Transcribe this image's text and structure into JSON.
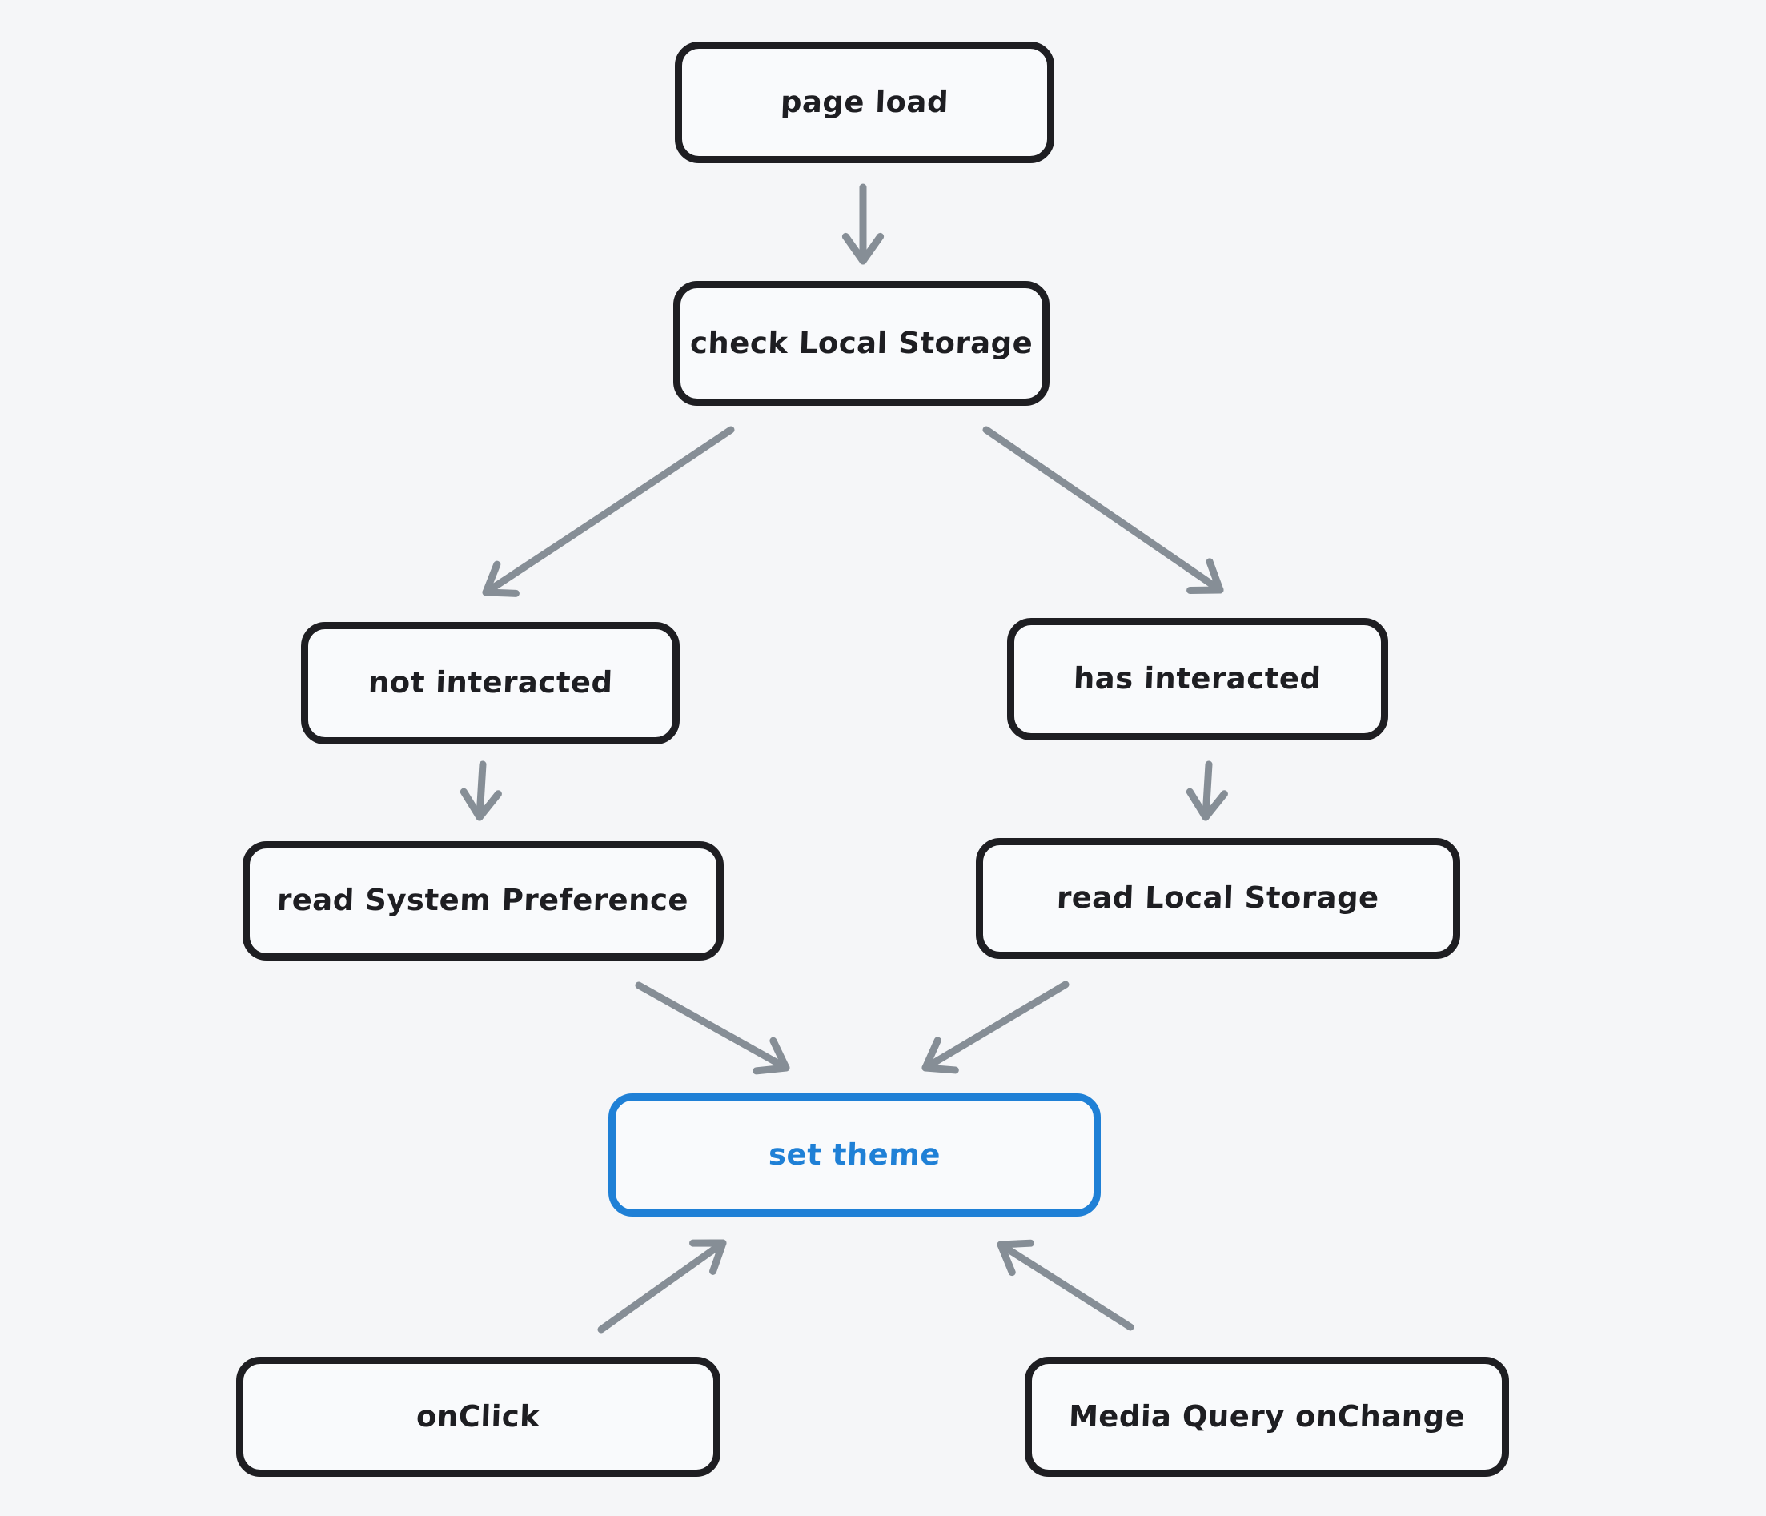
{
  "diagram": {
    "type": "flowchart",
    "style": "hand-drawn-excalidraw",
    "background_color": "#f5f6f8",
    "colors": {
      "node_stroke": "#1e1e22",
      "node_fill": "#f9fafc",
      "accent_blue": "#1f80d6",
      "arrow_gray": "#868e96"
    },
    "nodes": [
      {
        "id": "page-load",
        "label": "page load",
        "accent": false
      },
      {
        "id": "check-local-storage",
        "label": "check Local Storage",
        "accent": false
      },
      {
        "id": "not-interacted",
        "label": "not interacted",
        "accent": false
      },
      {
        "id": "has-interacted",
        "label": "has interacted",
        "accent": false
      },
      {
        "id": "read-system-preference",
        "label": "read System Preference",
        "accent": false
      },
      {
        "id": "read-local-storage",
        "label": "read Local Storage",
        "accent": false
      },
      {
        "id": "set-theme",
        "label": "set theme",
        "accent": true
      },
      {
        "id": "onclick",
        "label": "onClick",
        "accent": false
      },
      {
        "id": "media-query-onchange",
        "label": "Media Query onChange",
        "accent": false
      }
    ],
    "edges": [
      {
        "from": "page-load",
        "to": "check-local-storage"
      },
      {
        "from": "check-local-storage",
        "to": "not-interacted"
      },
      {
        "from": "check-local-storage",
        "to": "has-interacted"
      },
      {
        "from": "not-interacted",
        "to": "read-system-preference"
      },
      {
        "from": "has-interacted",
        "to": "read-local-storage"
      },
      {
        "from": "read-system-preference",
        "to": "set-theme"
      },
      {
        "from": "read-local-storage",
        "to": "set-theme"
      },
      {
        "from": "onclick",
        "to": "set-theme"
      },
      {
        "from": "media-query-onchange",
        "to": "set-theme"
      }
    ]
  }
}
